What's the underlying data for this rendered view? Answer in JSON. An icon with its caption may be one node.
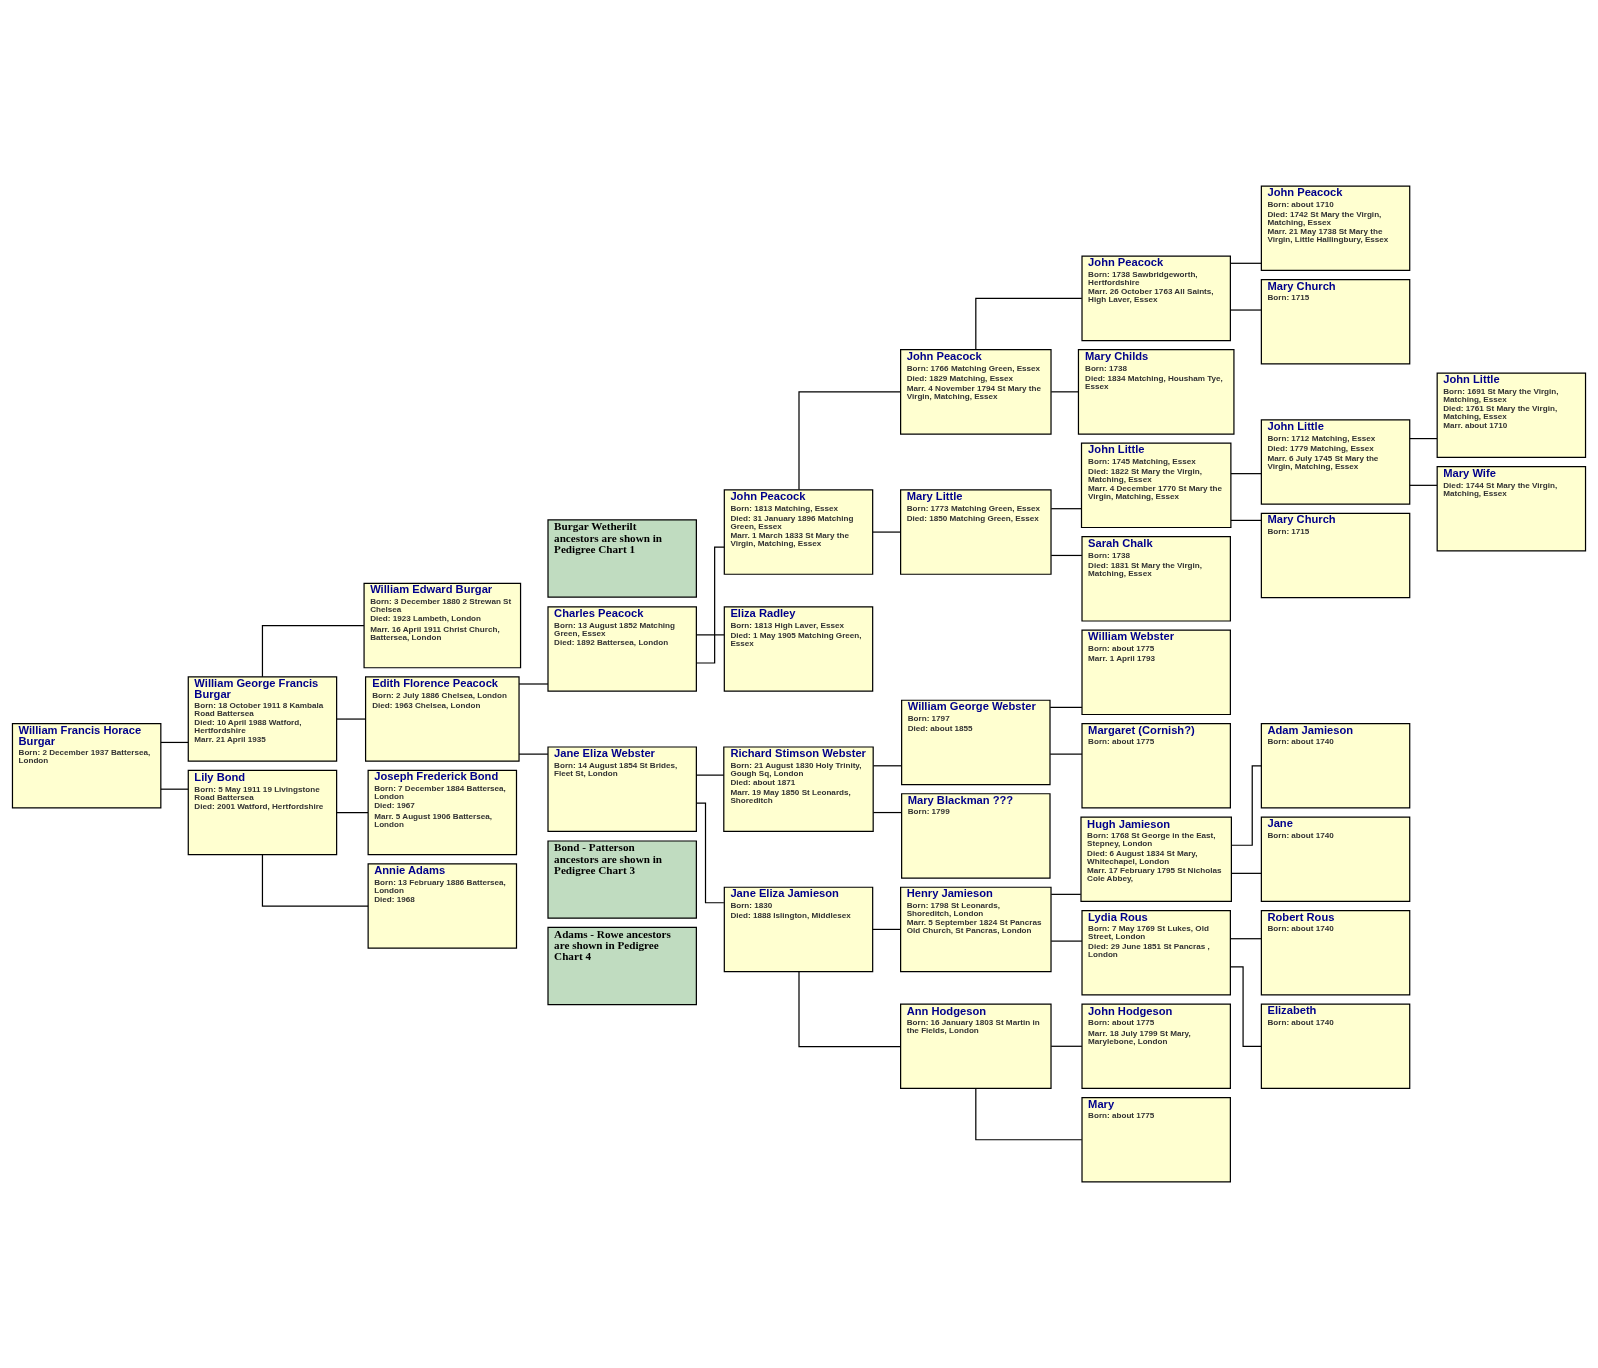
{
  "diagram": {
    "nodes": [
      {
        "text": [
          "William Francis Horace Burgar",
          "Born: 2 December 1937 Battersea, London"
        ]
      },
      {
        "text": [
          "William George Francis Burgar",
          "Born: 18 October 1911 8 Kambala Road Battersea",
          "Died: 10 April 1988 Watford, Hertfordshire",
          "Marr. 21 April 1935"
        ]
      },
      {
        "text": [
          "Lily Bond",
          "Born: 5 May 1911 19 Livingstone Road Battersea",
          "Died: 2001 Watford, Hertfordshire"
        ]
      },
      {
        "text": [
          "William Edward Burgar",
          "Born: 3 December 1880 2 Strewan St Chelsea",
          "Died: 1923 Lambeth, London",
          "Marr. 16 April 1911 Christ Church, Battersea, London"
        ]
      },
      {
        "text": [
          "Edith Florence Peacock",
          "Born: 2 July 1886 Chelsea, London",
          "Died: 1963 Chelsea, London"
        ]
      },
      {
        "text": [
          "Joseph Frederick Bond",
          "Born: 7 December 1884 Battersea, London",
          "Died: 1967",
          "Marr. 5 August 1906 Battersea, London"
        ]
      },
      {
        "text": [
          "Annie Adams",
          "Born: 13 February 1886 Battersea, London",
          "Died: 1968"
        ]
      },
      {
        "text": [
          "Burgar Wetherilt ancestors are shown in Pedigree Chart 1"
        ]
      },
      {
        "text": [
          "Charles Peacock",
          "Born: 13 August 1852 Matching Green, Essex",
          "Died: 1892 Battersea, London"
        ]
      },
      {
        "text": [
          "Jane Eliza Webster",
          "Born: 14 August 1854 St Brides, Fleet St, London"
        ]
      },
      {
        "text": [
          "Bond - Patterson ancestors are shown in Pedigree Chart 3"
        ]
      },
      {
        "text": [
          "Adams - Rowe ancestors are shown in Pedigree Chart 4"
        ]
      },
      {
        "text": [
          "John Peacock",
          "Born: 1813 Matching, Essex",
          "Died: 31 January 1896 Matching Green, Essex",
          "Marr. 1 March 1833 St Mary the Virgin, Matching, Essex"
        ]
      },
      {
        "text": [
          "Eliza Radley",
          "Born: 1813 High Laver, Essex",
          "Died: 1 May 1905 Matching Green, Essex"
        ]
      },
      {
        "text": [
          "Richard Stimson Webster",
          "Born: 21 August 1830 Holy Trinity, Gough Sq, London",
          "Died: about 1871",
          "Marr. 19 May 1850 St Leonards, Shoreditch"
        ]
      },
      {
        "text": [
          "Jane Eliza Jamieson",
          "Born: 1830",
          "Died: 1888 Islington, Middlesex"
        ]
      },
      {
        "text": [
          "John Peacock",
          "Born: 1766 Matching Green, Essex",
          "Died: 1829 Matching, Essex",
          "Marr. 4 November 1794 St Mary the Virgin, Matching, Essex"
        ]
      },
      {
        "text": [
          "Mary Little",
          "Born: 1773 Matching Green, Essex",
          "Died: 1850 Matching Green, Essex"
        ]
      },
      {
        "text": [
          "William George Webster",
          "Born: 1797",
          "Died: about 1855"
        ]
      },
      {
        "text": [
          "Mary Blackman ???",
          "Born: 1799"
        ]
      },
      {
        "text": [
          "Henry Jamieson",
          "Born: 1798 St Leonards, Shoreditch, London",
          "Marr. 5 September 1824 St Pancras Old Church, St Pancras, London"
        ]
      },
      {
        "text": [
          "Ann Hodgeson",
          "Born: 16 January 1803 St Martin in the Fields, London"
        ]
      },
      {
        "text": [
          "John Peacock",
          "Born: 1738 Sawbridgeworth, Hertfordshire",
          "Marr. 26 October 1763 All Saints, High Laver, Essex"
        ]
      },
      {
        "text": [
          "Mary Childs",
          "Born: 1738",
          "Died: 1834 Matching, Housham Tye, Essex"
        ]
      },
      {
        "text": [
          "John Little",
          "Born: 1745 Matching, Essex",
          "Died: 1822 St Mary the Virgin, Matching, Essex",
          "Marr. 4 December 1770 St Mary the Virgin, Matching, Essex"
        ]
      },
      {
        "text": [
          "Sarah Chalk",
          "Born: 1738",
          "Died: 1831 St Mary the Virgin, Matching, Essex"
        ]
      },
      {
        "text": [
          "William Webster",
          "Born: about 1775",
          "Marr. 1 April 1793"
        ]
      },
      {
        "text": [
          "Margaret (Cornish?)",
          "Born: about 1775"
        ]
      },
      {
        "text": [
          "Hugh Jamieson",
          "Born: 1768 St George in the East, Stepney, London",
          "Died: 6 August 1834 St Mary, Whitechapel, London",
          "Marr. 17 February 1795 St Nicholas Cole Abbey,"
        ]
      },
      {
        "text": [
          "Lydia Rous",
          "Born: 7 May 1769 St Lukes, Old Street, London",
          "Died: 29 June 1851 St Pancras , London"
        ]
      },
      {
        "text": [
          "John Hodgeson",
          "Born: about 1775",
          "Marr. 18 July 1799 St Mary, Marylebone, London"
        ]
      },
      {
        "text": [
          "Mary",
          "Born: about 1775"
        ]
      },
      {
        "text": [
          "John Peacock",
          "Born: about 1710",
          "Died: 1742 St Mary the Virgin, Matching, Essex",
          "Marr. 21 May 1738 St Mary the Virgin, Little Hallingbury, Essex"
        ]
      },
      {
        "text": [
          "Mary Church",
          "Born: 1715"
        ]
      },
      {
        "text": [
          "John Little",
          "Born: 1712 Matching, Essex",
          "Died: 1779 Matching, Essex",
          "Marr. 6 July 1745 St Mary the Virgin, Matching, Essex"
        ]
      },
      {
        "text": [
          "Mary Church",
          "Born: 1715"
        ]
      },
      {
        "text": [
          "Adam Jamieson",
          "Born: about 1740"
        ]
      },
      {
        "text": [
          "Jane",
          "Born: about 1740"
        ]
      },
      {
        "text": [
          "Robert Rous",
          "Born: about 1740"
        ]
      },
      {
        "text": [
          "Elizabeth",
          "Born: about 1740"
        ]
      },
      {
        "text": [
          "John Little",
          "Born: 1691 St Mary the Virgin, Matching, Essex",
          "Died: 1761 St Mary the Virgin, Matching, Essex",
          "Marr. about 1710"
        ]
      },
      {
        "text": [
          "Mary Wife",
          "Died: 1744 St Mary the Virgin, Matching, Essex"
        ]
      }
    ],
    "edges": [
      {
        "from": 0,
        "to": 1,
        "arrow": "none"
      },
      {
        "from": 0,
        "to": 2,
        "arrow": "none"
      },
      {
        "from": 1,
        "to": 3,
        "arrow": "none"
      },
      {
        "from": 1,
        "to": 4,
        "arrow": "none"
      },
      {
        "from": 2,
        "to": 5,
        "arrow": "none"
      },
      {
        "from": 2,
        "to": 6,
        "arrow": "none"
      },
      {
        "from": 4,
        "to": 8,
        "arrow": "none"
      },
      {
        "from": 4,
        "to": 9,
        "arrow": "none"
      },
      {
        "from": 8,
        "to": 12,
        "arrow": "none"
      },
      {
        "from": 8,
        "to": 13,
        "arrow": "none"
      },
      {
        "from": 9,
        "to": 14,
        "arrow": "none"
      },
      {
        "from": 9,
        "to": 15,
        "arrow": "none"
      },
      {
        "from": 12,
        "to": 16,
        "arrow": "none"
      },
      {
        "from": 12,
        "to": 17,
        "arrow": "none"
      },
      {
        "from": 14,
        "to": 18,
        "arrow": "none"
      },
      {
        "from": 14,
        "to": 19,
        "arrow": "none"
      },
      {
        "from": 15,
        "to": 20,
        "arrow": "none"
      },
      {
        "from": 15,
        "to": 21,
        "arrow": "none"
      },
      {
        "from": 16,
        "to": 22,
        "arrow": "none"
      },
      {
        "from": 16,
        "to": 23,
        "arrow": "none"
      },
      {
        "from": 17,
        "to": 24,
        "arrow": "none"
      },
      {
        "from": 17,
        "to": 25,
        "arrow": "none"
      },
      {
        "from": 18,
        "to": 26,
        "arrow": "none"
      },
      {
        "from": 18,
        "to": 27,
        "arrow": "none"
      },
      {
        "from": 20,
        "to": 28,
        "arrow": "none"
      },
      {
        "from": 20,
        "to": 29,
        "arrow": "none"
      },
      {
        "from": 21,
        "to": 30,
        "arrow": "none"
      },
      {
        "from": 21,
        "to": 31,
        "arrow": "none"
      },
      {
        "from": 22,
        "to": 32,
        "arrow": "none"
      },
      {
        "from": 22,
        "to": 33,
        "arrow": "none"
      },
      {
        "from": 24,
        "to": 34,
        "arrow": "none"
      },
      {
        "from": 24,
        "to": 35,
        "arrow": "none"
      },
      {
        "from": 28,
        "to": 36,
        "arrow": "none"
      },
      {
        "from": 28,
        "to": 37,
        "arrow": "none"
      },
      {
        "from": 29,
        "to": 38,
        "arrow": "none"
      },
      {
        "from": 29,
        "to": 39,
        "arrow": "none"
      },
      {
        "from": 34,
        "to": 40,
        "arrow": "none"
      },
      {
        "from": 34,
        "to": 41,
        "arrow": "none"
      }
    ]
  }
}
